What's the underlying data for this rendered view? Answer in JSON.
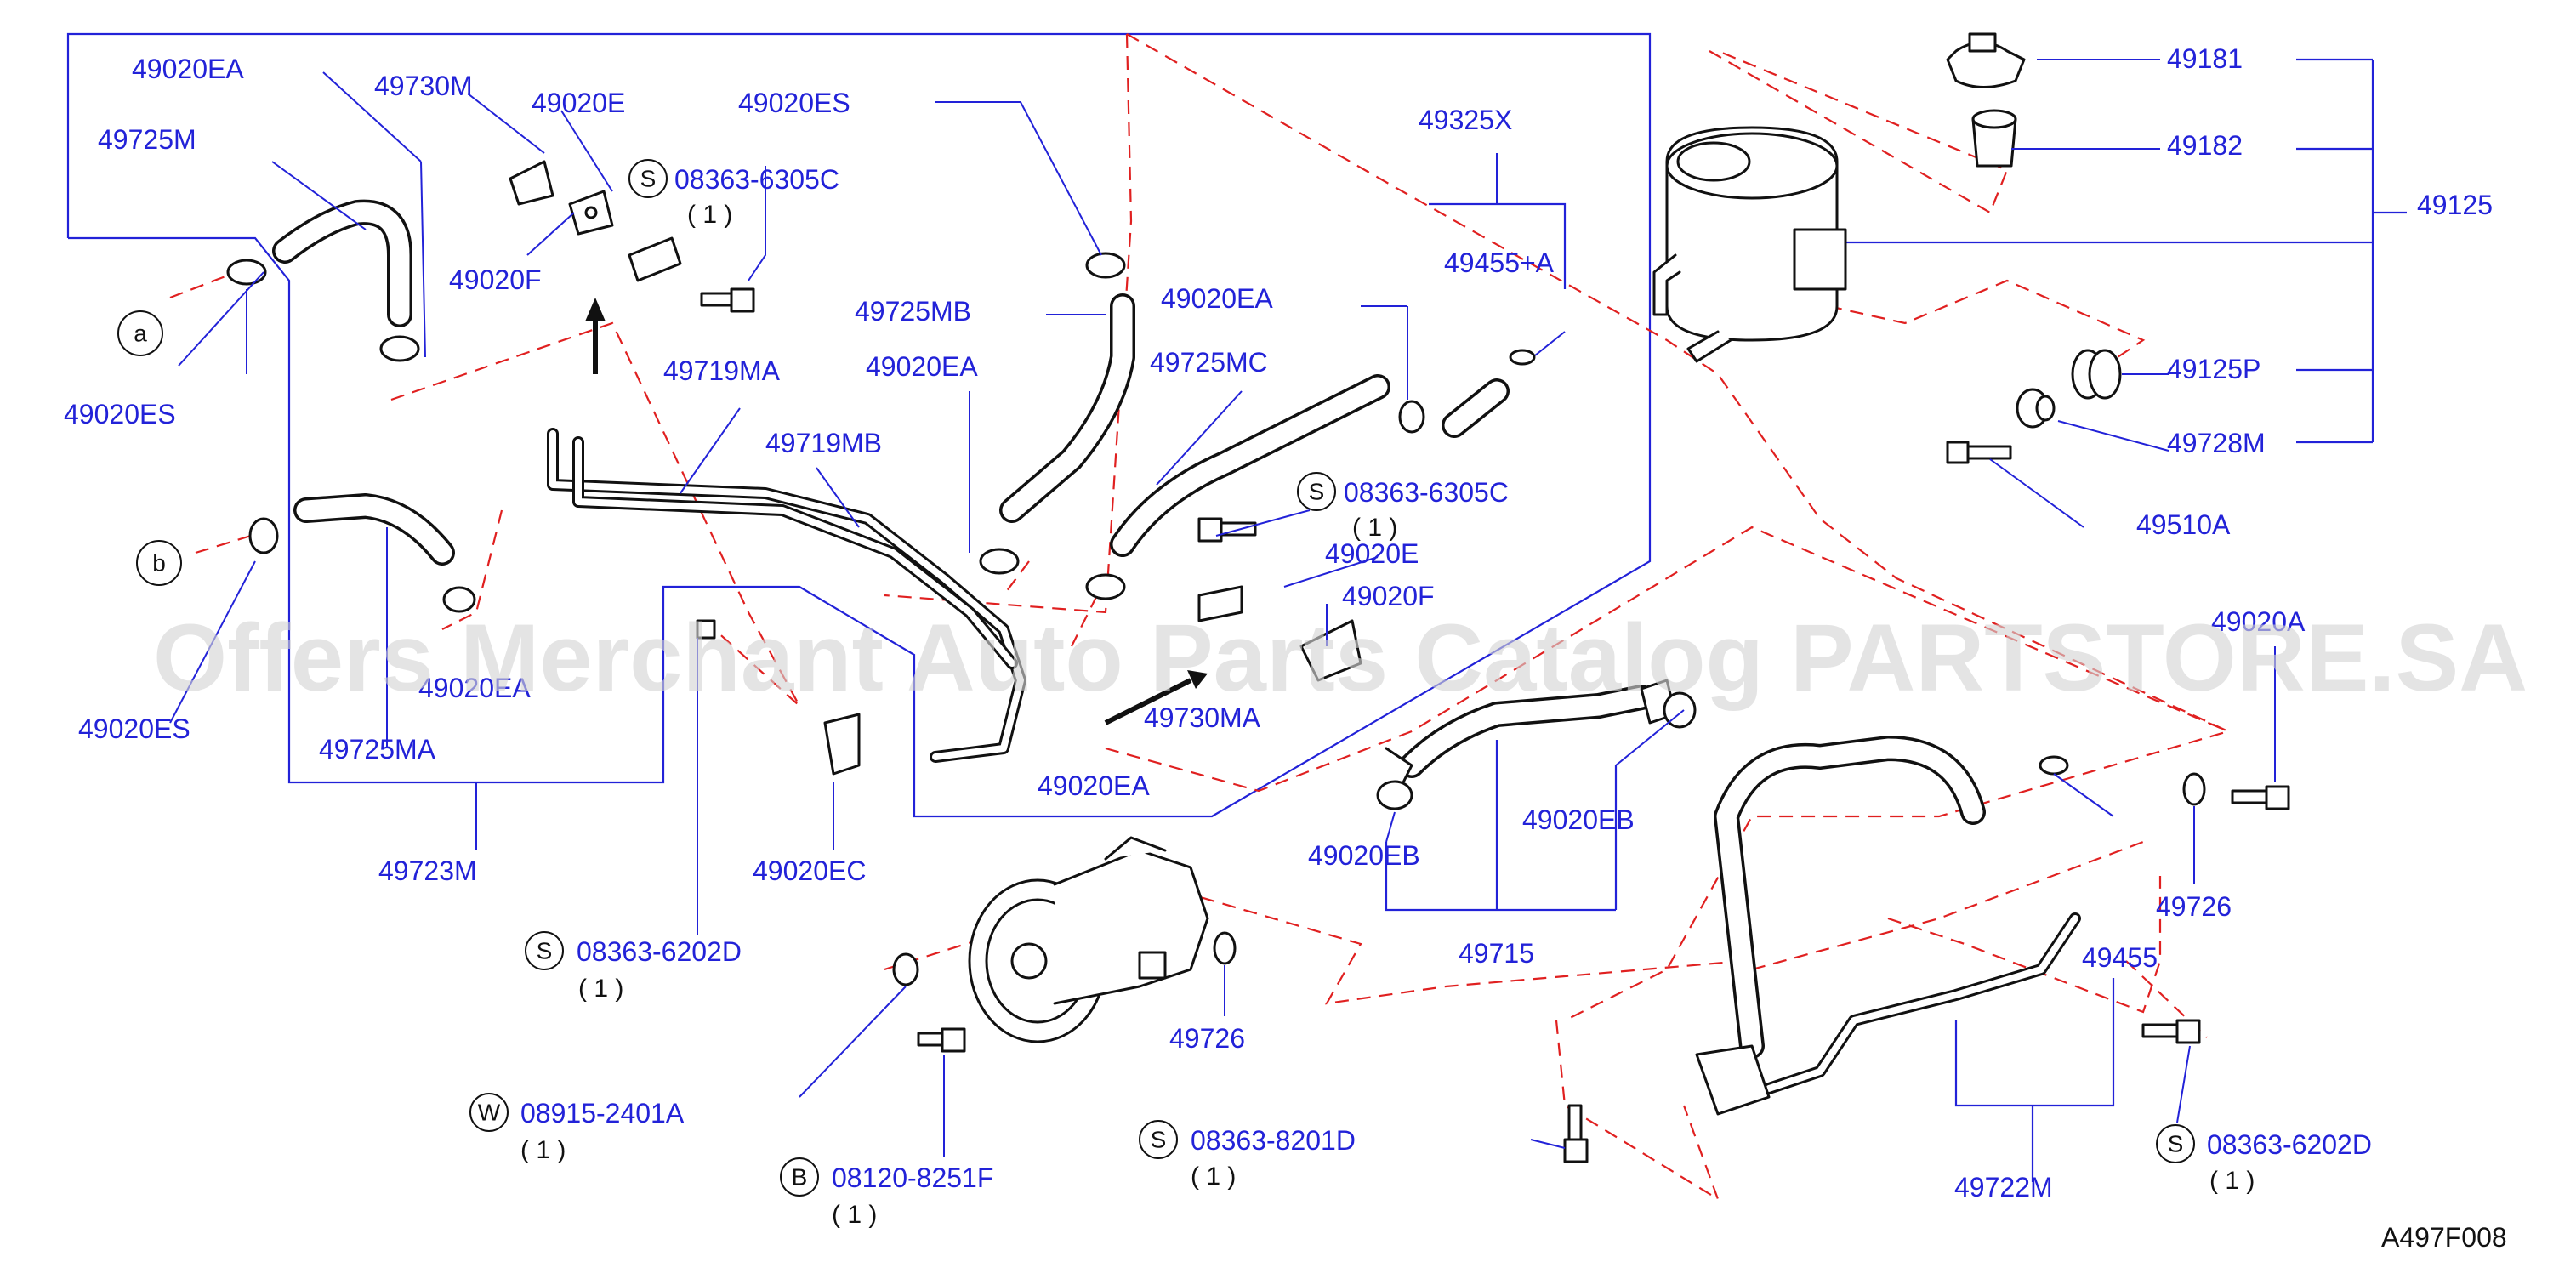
{
  "watermark": "Offers Merchant Auto Parts Catalog PARTSTORE.SA",
  "figure_code": "A497F008",
  "labels": {
    "p49020EA_1": "49020EA",
    "p49730M": "49730M",
    "p49020E_1": "49020E",
    "p49020ES_top": "49020ES",
    "p49725M": "49725M",
    "p49020F_1": "49020F",
    "p49020ES_a": "49020ES",
    "p49719MA": "49719MA",
    "p49719MB": "49719MB",
    "p49725MB": "49725MB",
    "p49020EA_2": "49020EA",
    "p49020EA_3": "49020EA",
    "p49725MC": "49725MC",
    "p49325X": "49325X",
    "p49455A": "49455+A",
    "p49181": "49181",
    "p49182": "49182",
    "p49125": "49125",
    "p49125P": "49125P",
    "p49728M": "49728M",
    "p49510A": "49510A",
    "p49020E_2": "49020E",
    "p49020F_2": "49020F",
    "p49020EA_4": "49020EA",
    "p49020ES_b": "49020ES",
    "p49725MA": "49725MA",
    "p49730MA": "49730MA",
    "p49020EA_5": "49020EA",
    "p49723M": "49723M",
    "p49020EC": "49020EC",
    "p49020EB_1": "49020EB",
    "p49020EB_2": "49020EB",
    "p49715": "49715",
    "p49726_1": "49726",
    "p49726_2": "49726",
    "p49455": "49455",
    "p49020A": "49020A",
    "p49722M": "49722M"
  },
  "callouts": {
    "a": "a",
    "b": "b"
  },
  "fasteners": [
    {
      "prefix": "S",
      "code": "08363-6305C",
      "qty": "( 1 )"
    },
    {
      "prefix": "S",
      "code": "08363-6305C",
      "qty": "( 1 )"
    },
    {
      "prefix": "S",
      "code": "08363-6202D",
      "qty": "( 1 )"
    },
    {
      "prefix": "W",
      "code": "08915-2401A",
      "qty": "( 1 )"
    },
    {
      "prefix": "B",
      "code": "08120-8251F",
      "qty": "( 1 )"
    },
    {
      "prefix": "S",
      "code": "08363-8201D",
      "qty": "( 1 )"
    },
    {
      "prefix": "S",
      "code": "08363-6202D",
      "qty": "( 1 )"
    }
  ],
  "colors": {
    "label": "#2222d8",
    "phantom_line": "#e02020",
    "part_outline": "#111111"
  }
}
